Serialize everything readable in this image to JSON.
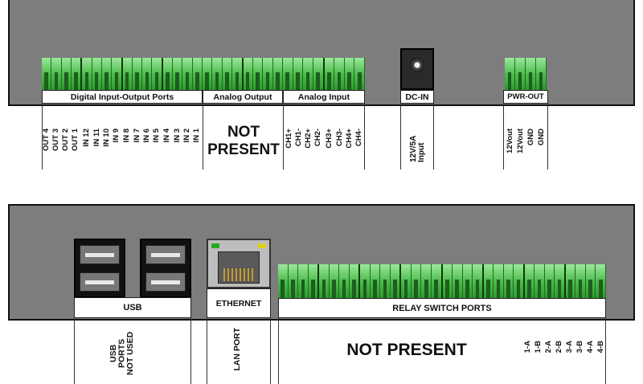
{
  "top": {
    "digital_io_label": "Digital Input-Output Ports",
    "analog_output_label": "Analog Output",
    "analog_input_label": "Analog Input",
    "dcin_label": "DC-IN",
    "pwrout_label": "PWR-OUT",
    "not_present": "NOT PRESENT",
    "digital_pins": [
      "OUT 4",
      "OUT 3",
      "OUT 2",
      "OUT 1",
      "IN 12",
      "IN 11",
      "IN 10",
      "IN 9",
      "IN 8",
      "IN 7",
      "IN 6",
      "IN 5",
      "IN 4",
      "IN 3",
      "IN 2",
      "IN 1"
    ],
    "analog_input_pins": [
      "CH1+",
      "CH1-",
      "CH2+",
      "CH2-",
      "CH3+",
      "CH3-",
      "CH4+",
      "CH4-"
    ],
    "dcin_pin": "12V/5A Input",
    "pwrout_pins": [
      "12Vout",
      "12Vout",
      "GND",
      "GND"
    ]
  },
  "bottom": {
    "usb_label": "USB",
    "ethernet_label": "ETHERNET",
    "relay_label": "RELAY SWITCH PORTS",
    "usb_note": "USB PORTS NOT USED",
    "lan_note": "LAN PORT",
    "not_present": "NOT PRESENT",
    "relay_pins": [
      "1-A",
      "1-B",
      "2-A",
      "2-B",
      "3-A",
      "3-B",
      "4-A",
      "4-B"
    ]
  },
  "colors": {
    "panel": "#7d7d7d",
    "terminal_green": "#48b948",
    "led_green": "#22aa22",
    "led_yellow": "#e0d020"
  }
}
